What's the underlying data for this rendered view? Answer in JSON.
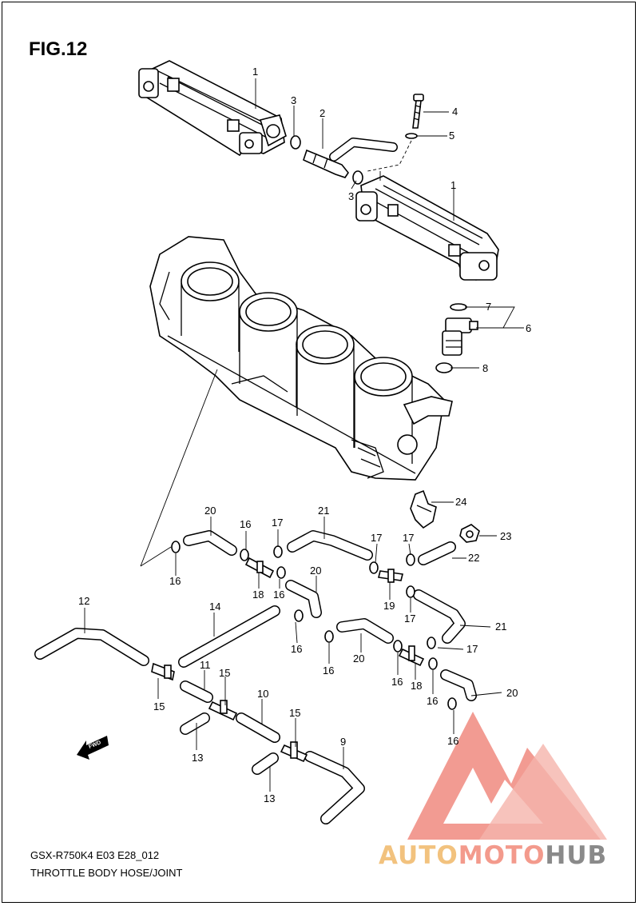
{
  "figure": {
    "title": "FIG.12",
    "model_code": "GSX-R750K4 E03 E28_012",
    "section_name": "THROTTLE BODY HOSE/JOINT"
  },
  "watermark": {
    "brand_part_a": "AUTO",
    "brand_part_b": "MOTO",
    "brand_part_c": "HUB",
    "colors": {
      "auto": "#f2c27e",
      "moto": "#f39a8c",
      "hub": "#8a8a8a",
      "logo": "#f08a80"
    }
  },
  "fwd_label": "FWD",
  "callouts": {
    "c1a": "1",
    "c1b": "1",
    "c2": "2",
    "c3a": "3",
    "c3b": "3",
    "c4": "4",
    "c5": "5",
    "c6": "6",
    "c7": "7",
    "c8": "8",
    "c9": "9",
    "c10": "10",
    "c11": "11",
    "c12": "12",
    "c13a": "13",
    "c13b": "13",
    "c14": "14",
    "c15a": "15",
    "c15b": "15",
    "c15c": "15",
    "c16a": "16",
    "c16b": "16",
    "c16c": "16",
    "c16d": "16",
    "c16e": "16",
    "c16f": "16",
    "c16g": "16",
    "c16h": "16",
    "c17a": "17",
    "c17b": "17",
    "c17c": "17",
    "c17d": "17",
    "c17e": "17",
    "c18a": "18",
    "c18b": "18",
    "c19": "19",
    "c20a": "20",
    "c20b": "20",
    "c20c": "20",
    "c20d": "20",
    "c21a": "21",
    "c21b": "21",
    "c22": "22",
    "c23": "23",
    "c24": "24"
  }
}
